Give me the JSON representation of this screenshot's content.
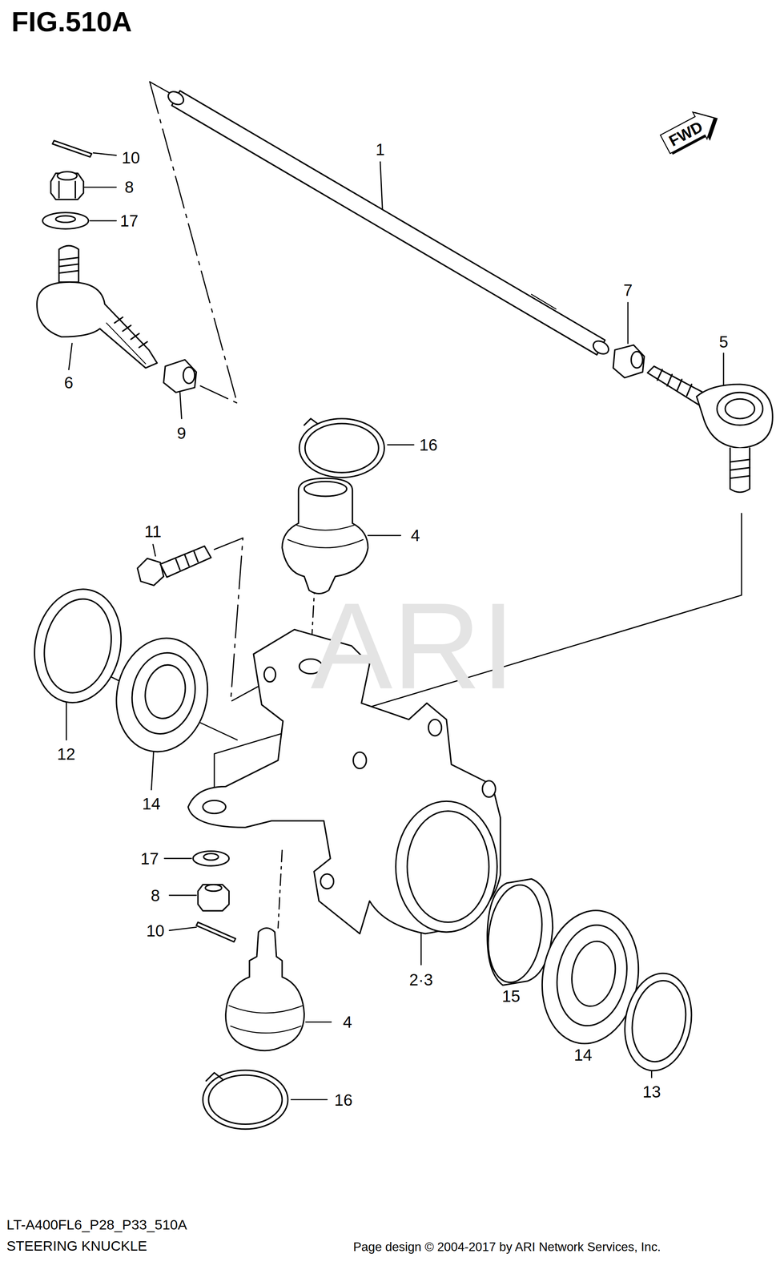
{
  "diagram": {
    "title": "FIG.510A",
    "nodes": [
      {
        "text": [
          "FWD"
        ]
      }
    ],
    "labels": [
      "10",
      "8",
      "17",
      "6",
      "9",
      "1",
      "7",
      "5",
      "16",
      "4",
      "11",
      "ARI",
      "12",
      "14",
      "17",
      "8",
      "10",
      "2·3",
      "15",
      "4",
      "14",
      "13",
      "16",
      "LT-A400FL6_P28_P33_510A",
      "STEERING KNUCKLE",
      "Page design © 2004-2017 by ARI Network Services, Inc."
    ]
  }
}
